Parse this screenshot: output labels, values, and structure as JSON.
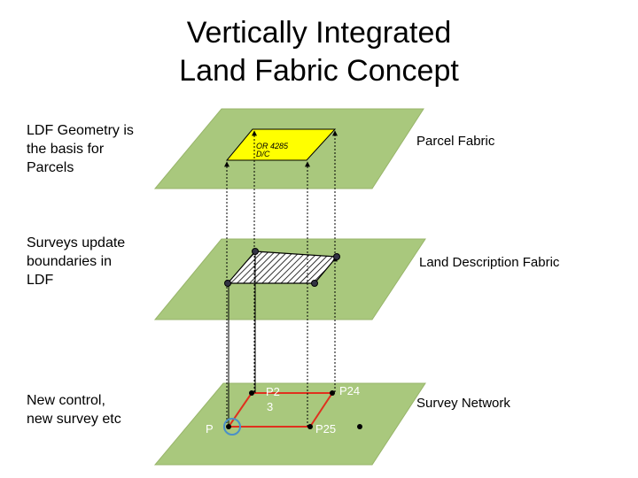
{
  "title": {
    "line1": "Vertically Integrated",
    "line2": "Land Fabric Concept"
  },
  "side_notes": {
    "top": "LDF Geometry is\nthe basis for\nParcels",
    "middle": "Surveys update\nboundaries in\nLDF",
    "bottom": "New control,\nnew survey etc"
  },
  "layers": {
    "parcel_fabric": "Parcel Fabric",
    "land_description_fabric": "Land Description Fabric",
    "survey_network": "Survey Network"
  },
  "parcel": {
    "label_line1": "OR 4285",
    "label_line2": "D/C"
  },
  "points": {
    "p2": "P2",
    "p3": "3",
    "p24": "P24",
    "p25": "P25",
    "p1": "P"
  },
  "colors": {
    "plane_fill": "#a9c87d",
    "parcel_fill": "#ffff00",
    "network_line": "#e0301e",
    "circle_highlight": "#4a90c8",
    "point_label": "#ffffff"
  }
}
